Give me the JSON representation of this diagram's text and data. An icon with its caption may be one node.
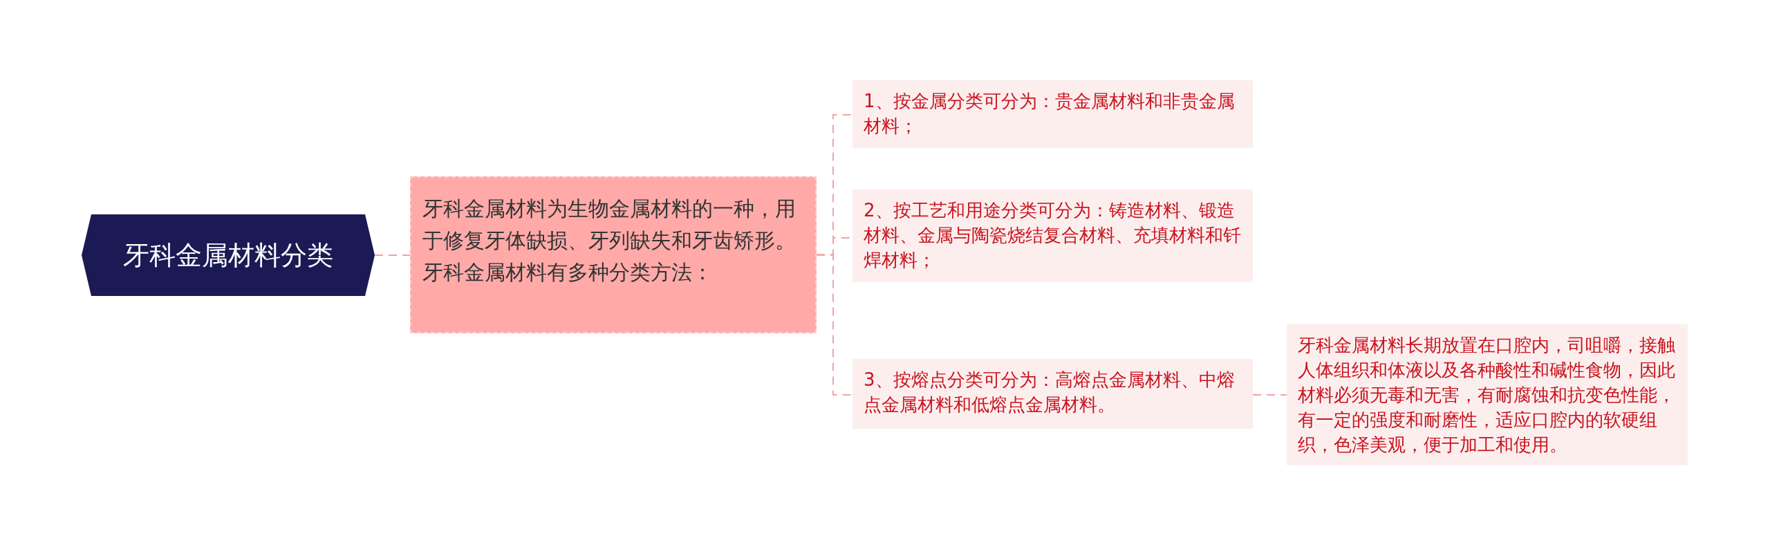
{
  "diagram": {
    "nodes": [
      {
        "text": [
          "牙科金属材料分类"
        ]
      },
      {
        "text": [
          "牙科金属材料为生物金属材料的一种，用于修复牙体缺损、牙列缺失和牙齿矫形。牙科金属材料有多种分类方法："
        ]
      },
      {
        "text": [
          "1、按金属分类可分为：贵金属材料和非贵金属材料；"
        ]
      },
      {
        "text": [
          "2、按工艺和用途分类可分为：铸造材料、锻造材料、金属与陶瓷烧结复合材料、充填材料和钎焊材料；"
        ]
      },
      {
        "text": [
          "3、按熔点分类可分为：高熔点金属材料、中熔点金属材料和低熔点金属材料。"
        ]
      },
      {
        "text": [
          "牙科金属材料长期放置在口腔内，司咀嚼，接触人体组织和体液以及各种酸性和碱性食物，因此材料必须无毒和无害，有耐腐蚀和抗变色性能，有一定的强度和耐磨性，适应口腔内的软硬组织，色泽美观，便于加工和使用。"
        ]
      }
    ],
    "edges": [
      {
        "from": 0,
        "to": 1,
        "arrow": "none",
        "style": "dashed"
      },
      {
        "from": 1,
        "to": 2,
        "arrow": "none",
        "style": "dashed"
      },
      {
        "from": 1,
        "to": 3,
        "arrow": "none",
        "style": "dashed"
      },
      {
        "from": 1,
        "to": 4,
        "arrow": "none",
        "style": "dashed"
      },
      {
        "from": 4,
        "to": 5,
        "arrow": "none",
        "style": "dashed"
      }
    ]
  }
}
